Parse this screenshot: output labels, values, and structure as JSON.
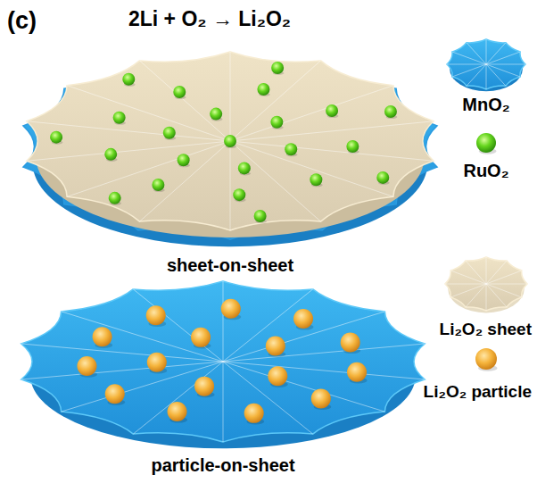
{
  "diagram": {
    "labels": [
      "(c)",
      "2Li + O₂ → Li₂O₂",
      "sheet-on-sheet",
      "particle-on-sheet"
    ],
    "legend": [
      {
        "text": "MnO₂"
      },
      {
        "text": "RuO₂"
      },
      {
        "text": "Li₂O₂ sheet"
      },
      {
        "text": "Li₂O₂ particle"
      }
    ]
  }
}
